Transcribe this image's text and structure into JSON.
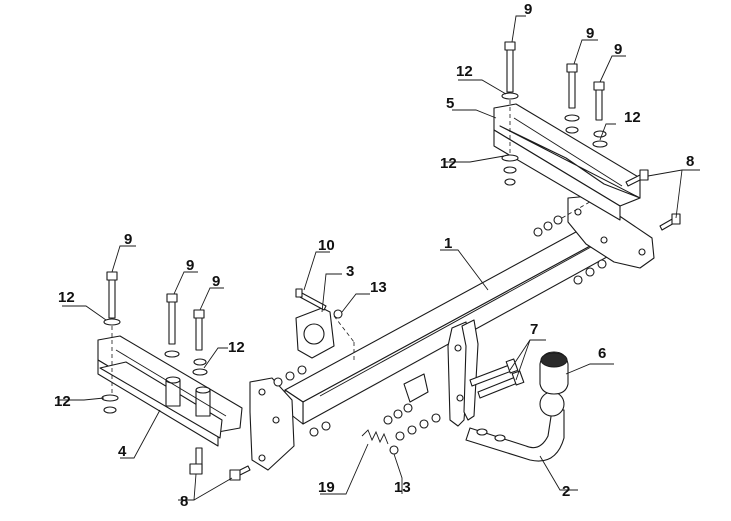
{
  "callouts": {
    "c1": "1",
    "c2": "2",
    "c3": "3",
    "c4": "4",
    "c5": "5",
    "c6": "6",
    "c7": "7",
    "c8a": "8",
    "c8b": "8",
    "c9a": "9",
    "c9b": "9",
    "c9c": "9",
    "c9d": "9",
    "c9e": "9",
    "c9f": "9",
    "c10": "10",
    "c12a": "12",
    "c12b": "12",
    "c12c": "12",
    "c12d": "12",
    "c12e": "12",
    "c12f": "12",
    "c13a": "13",
    "c13b": "13",
    "c19": "19"
  }
}
